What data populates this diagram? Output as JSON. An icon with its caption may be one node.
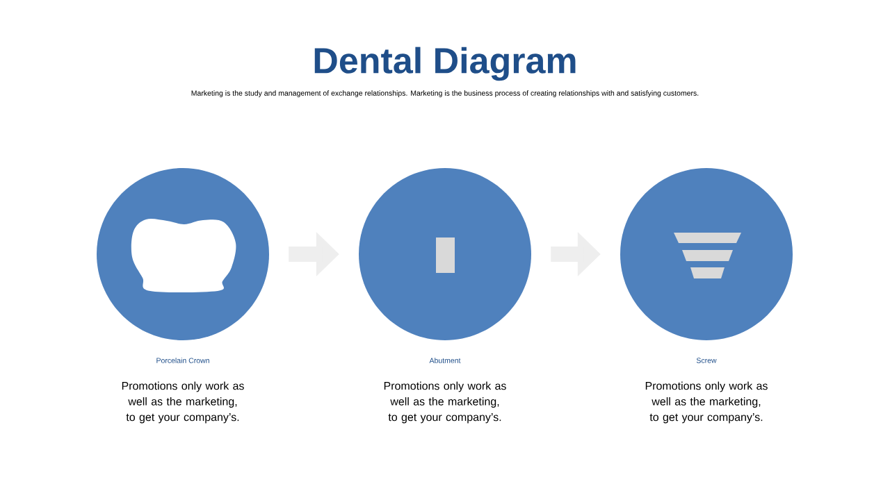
{
  "diagram": {
    "title": "Dental Diagram",
    "caption": "Marketing is the study and management of exchange relationships. Marketing is the business process of creating relationships with and satisfying customers.",
    "nodes": [
      {
        "text": [],
        "shape": "circle",
        "beside": [
          "Porcelain Crown",
          "Promotions only work as well as the marketing, to get your company’s."
        ]
      },
      {
        "text": [],
        "shape": "circle",
        "beside": [
          "Abutment",
          "Promotions only work as well as the marketing, to get your company’s."
        ]
      },
      {
        "text": [],
        "shape": "circle",
        "beside": [
          "Screw",
          "Promotions only work as well as the marketing, to get your company’s."
        ]
      }
    ],
    "edges": [
      {
        "from": 0,
        "to": 1,
        "arrow": "to"
      },
      {
        "from": 1,
        "to": 2,
        "arrow": "to"
      }
    ]
  }
}
